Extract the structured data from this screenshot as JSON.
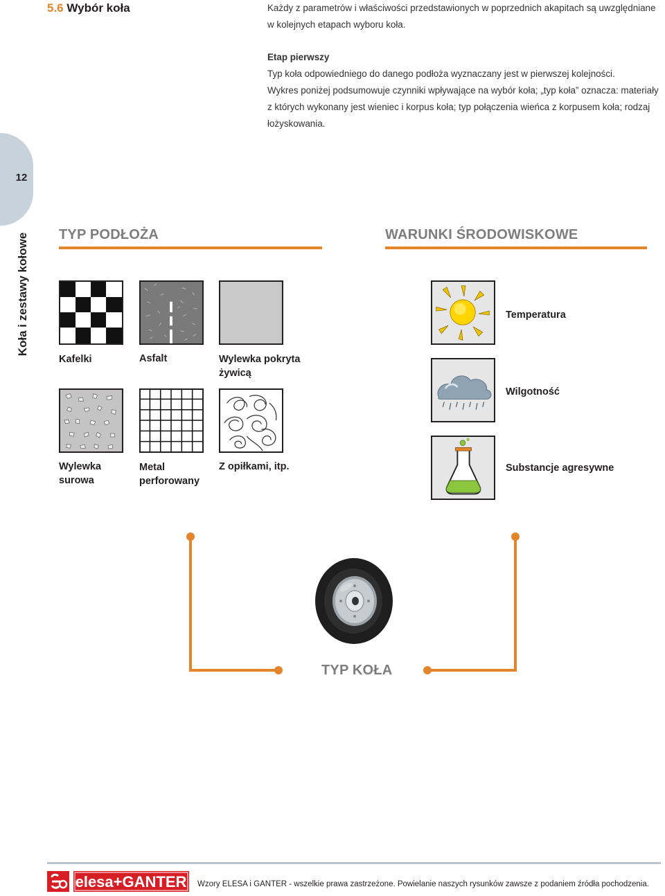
{
  "header": {
    "section_number": "5.6",
    "section_title": "Wybór koła",
    "intro": "Każdy z parametrów i właściwości przedstawionych w poprzednich akapitach są uwzględniane w kolejnych etapach wyboru koła.",
    "stage_title": "Etap pierwszy",
    "stage_line1": "Typ koła odpowiedniego do danego podłoża wyznaczany jest w pierwszej kolejności.",
    "stage_line2": "Wykres poniżej podsumowuje czynniki wpływające na wybór koła; „typ koła” oznacza: materiały z których wykonany jest wieniec i korpus koła; typ połączenia wieńca z korpusem koła; rodzaj łożyskowania."
  },
  "side_tab": {
    "page_number": "12",
    "chapter_title": "Koła i zestawy kołowe"
  },
  "surface": {
    "heading": "TYP PODŁOŻA",
    "items": [
      {
        "label": "Kafelki",
        "icon": "checkerboard-icon"
      },
      {
        "label": "Asfalt",
        "icon": "asphalt-icon"
      },
      {
        "label": "Wylewka pokryta żywicą",
        "icon": "resin-floor-icon"
      },
      {
        "label": "Wylewka surowa",
        "icon": "raw-concrete-icon"
      },
      {
        "label": "Metal perforowany",
        "icon": "perforated-metal-icon"
      },
      {
        "label": "Z opiłkami, itp.",
        "icon": "shavings-icon"
      }
    ]
  },
  "environment": {
    "heading": "WARUNKI ŚRODOWISKOWE",
    "items": [
      {
        "label": "Temperatura",
        "icon": "sun-icon"
      },
      {
        "label": "Wilgotność",
        "icon": "rain-cloud-icon"
      },
      {
        "label": "Substancje agresywne",
        "icon": "flask-icon"
      }
    ]
  },
  "result": {
    "label": "TYP KOŁA",
    "icon": "wheel-icon"
  },
  "footer": {
    "logo_text": "elesa+GANTER",
    "copyright": "Wzory ELESA i GANTER - wszelkie prawa zastrzeżone. Powielanie naszych rysunków zawsze z podaniem źródła pochodzenia."
  },
  "colors": {
    "accent": "#e2852b",
    "heading_gray": "#7d7d7d",
    "tab": "#c8d2da",
    "logo_red": "#d81e25"
  }
}
